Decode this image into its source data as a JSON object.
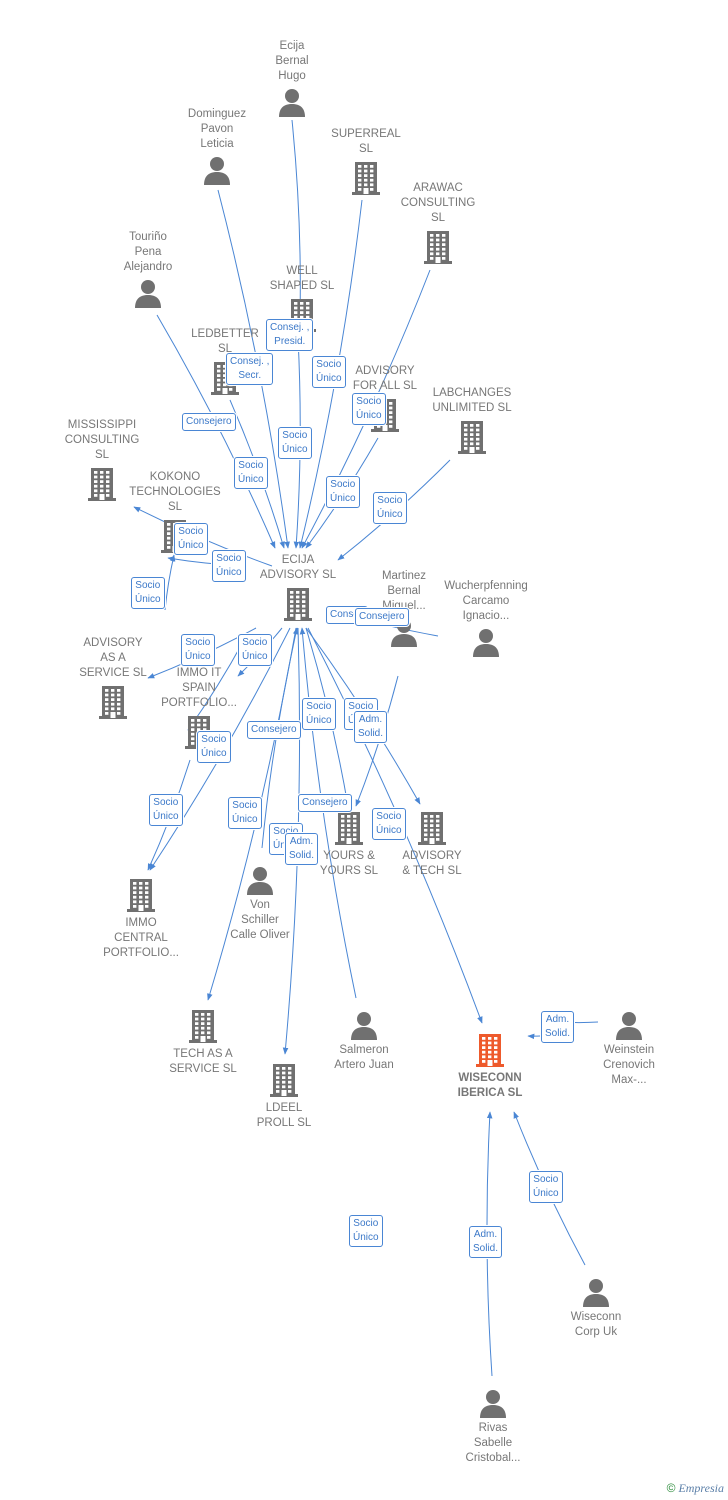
{
  "colors": {
    "edge": "#4a86d4",
    "icon": "#707070",
    "focus_icon": "#ee5a2c",
    "text": "#777777",
    "badge_text": "#3b78c8"
  },
  "brand": {
    "copyright": "©",
    "name": "Empresia"
  },
  "nodes": [
    {
      "id": "ecija_bernal",
      "type": "person",
      "label": "Ecija\nBernal\nHugo"
    },
    {
      "id": "dominguez",
      "type": "person",
      "label": "Dominguez\nPavon\nLeticia"
    },
    {
      "id": "superreal",
      "type": "company",
      "label": "SUPERREAL\nSL"
    },
    {
      "id": "arawac",
      "type": "company",
      "label": "ARAWAC\nCONSULTING\nSL"
    },
    {
      "id": "tourino",
      "type": "person",
      "label": "Touriño\nPena\nAlejandro"
    },
    {
      "id": "well_shaped",
      "type": "company",
      "label": "WELL\nSHAPED  SL"
    },
    {
      "id": "ledbetter",
      "type": "company",
      "label": "LEDBETTER\nSL"
    },
    {
      "id": "advisory_for_all",
      "type": "company",
      "label": "ADVISORY\nFOR ALL  SL"
    },
    {
      "id": "labchanges",
      "type": "company",
      "label": "LABCHANGES\nUNLIMITED  SL"
    },
    {
      "id": "mississippi",
      "type": "company",
      "label": "MISSISSIPPI\nCONSULTING\nSL"
    },
    {
      "id": "kokono",
      "type": "company",
      "label": "KOKONO\nTECHNOLOGIES\nSL"
    },
    {
      "id": "ecija_advisory",
      "type": "company",
      "label": "ECIJA\nADVISORY  SL"
    },
    {
      "id": "martinez",
      "type": "person",
      "label": "Martinez\nBernal\nMiguel..."
    },
    {
      "id": "wucherpfenning",
      "type": "person",
      "label": "Wucherpfenning\nCarcamo\nIgnacio..."
    },
    {
      "id": "advisory_as_a_service",
      "type": "company",
      "label": "ADVISORY\nAS A\nSERVICE  SL"
    },
    {
      "id": "immo_it_spain",
      "type": "company",
      "label": "IMMO IT\nSPAIN\nPORTFOLIO..."
    },
    {
      "id": "immo_central",
      "type": "company",
      "label": "IMMO\nCENTRAL\nPORTFOLIO..."
    },
    {
      "id": "von_schiller",
      "type": "person",
      "label": "Von\nSchiller\nCalle Oliver"
    },
    {
      "id": "yours_yours",
      "type": "company",
      "label": "YOURS &\nYOURS SL"
    },
    {
      "id": "advisory_tech",
      "type": "company",
      "label": "ADVISORY\n& TECH  SL"
    },
    {
      "id": "tech_as_a_service",
      "type": "company",
      "label": "TECH AS A\nSERVICE  SL"
    },
    {
      "id": "salmeron",
      "type": "person",
      "label": "Salmeron\nArtero Juan"
    },
    {
      "id": "ldeel",
      "type": "company",
      "label": "LDEEL\nPROLL  SL"
    },
    {
      "id": "wiseconn_iberica",
      "type": "company",
      "focus": true,
      "label": "WISECONN\nIBERICA  SL"
    },
    {
      "id": "weinstein",
      "type": "person",
      "label": "Weinstein\nCrenovich\nMax-..."
    },
    {
      "id": "wiseconn_uk",
      "type": "person",
      "label": "Wiseconn\nCorp Uk"
    },
    {
      "id": "rivas",
      "type": "person",
      "label": "Rivas\nSabelle\nCristobal..."
    }
  ],
  "relations": [
    {
      "id": "r1",
      "label": "Consej. ,\nPresid."
    },
    {
      "id": "r2",
      "label": "Consej. ,\nSecr."
    },
    {
      "id": "r3",
      "label": "Socio\nÚnico"
    },
    {
      "id": "r4",
      "label": "Consejero"
    },
    {
      "id": "r5",
      "label": "Socio\nÚnico"
    },
    {
      "id": "r6",
      "label": "Socio\nÚnico"
    },
    {
      "id": "r7",
      "label": "Socio\nÚnico"
    },
    {
      "id": "r8",
      "label": "Socio\nÚnico"
    },
    {
      "id": "r9",
      "label": "Socio\nÚnico"
    },
    {
      "id": "r10",
      "label": "Socio\nÚnico"
    },
    {
      "id": "r11",
      "label": "Socio\nÚnico"
    },
    {
      "id": "r12",
      "label": "Socio\nÚnico"
    },
    {
      "id": "r13",
      "label": "Consej."
    },
    {
      "id": "r14",
      "label": "Consejero"
    },
    {
      "id": "r15",
      "label": "Socio\nÚnico"
    },
    {
      "id": "r16",
      "label": "Socio\nÚnico"
    },
    {
      "id": "r17",
      "label": "Consejero"
    },
    {
      "id": "r18",
      "label": "Socio\nÚnico"
    },
    {
      "id": "r19",
      "label": "Socio\nÚnico"
    },
    {
      "id": "r20",
      "label": "Adm.\nSolid."
    },
    {
      "id": "r21",
      "label": "Socio\nÚnico"
    },
    {
      "id": "r22",
      "label": "Socio\nÚnico"
    },
    {
      "id": "r23",
      "label": "Socio\nÚnico"
    },
    {
      "id": "r24",
      "label": "Consejero"
    },
    {
      "id": "r25",
      "label": "Socio\nÚnico"
    },
    {
      "id": "r26",
      "label": "Socio\nÚnico"
    },
    {
      "id": "r27",
      "label": "Adm.\nSolid."
    },
    {
      "id": "r28",
      "label": "Socio\nÚnico"
    },
    {
      "id": "r29",
      "label": "Adm.\nSolid."
    },
    {
      "id": "r30",
      "label": "Adm.\nSolid."
    },
    {
      "id": "r31",
      "label": "Socio\nÚnico"
    },
    {
      "id": "r32",
      "label": "Adm.\nSolid."
    }
  ]
}
